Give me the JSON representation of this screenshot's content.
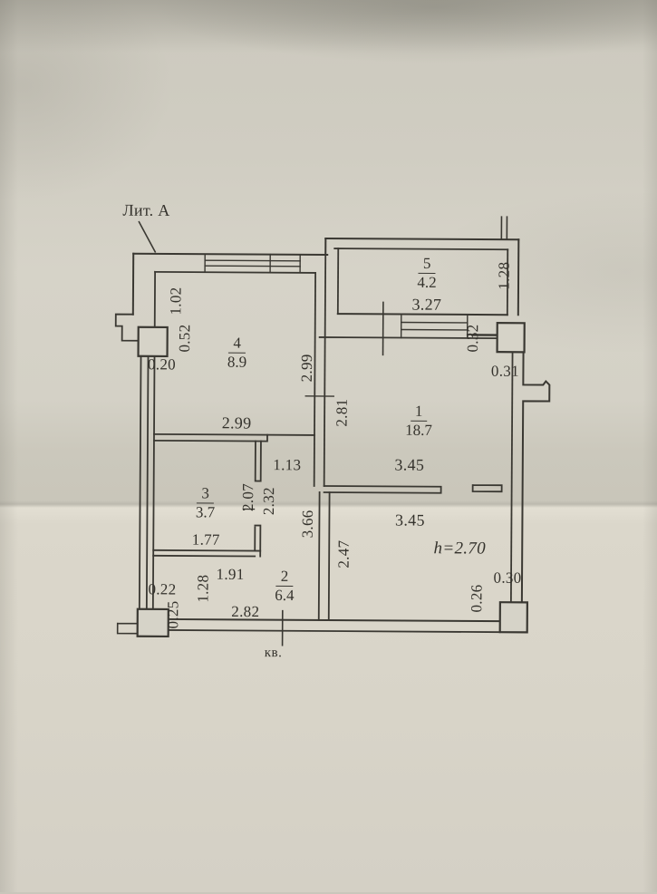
{
  "document": {
    "building_label": "Лит. А",
    "apartment_label": "кв.",
    "ceiling_height_note": "h=2.70"
  },
  "rooms": [
    {
      "number": "1",
      "area": "18.7"
    },
    {
      "number": "2",
      "area": "6.4"
    },
    {
      "number": "3",
      "area": "3.7"
    },
    {
      "number": "4",
      "area": "8.9"
    },
    {
      "number": "5",
      "area": "4.2"
    }
  ],
  "dims": {
    "room4_left_upper": "1.02",
    "room4_left_lower": "0.52",
    "left_column_width": "0.20",
    "room4_width": "2.99",
    "room4_right_height": "2.99",
    "room1_left_height": "2.81",
    "balcony_width": "3.27",
    "balcony_depth": "1.28",
    "wall_gap_top": "0.32",
    "right_ledge_top": "0.31",
    "room1_width": "3.45",
    "hall_width": "1.13",
    "room3_inner_height": "2.07",
    "hall_inner_height": "2.32",
    "hall_right_height": "3.66",
    "room3_width": "1.77",
    "lower_width": "3.45",
    "lower_right_height": "2.47",
    "room2_top_segment": "1.91",
    "room2_left_height": "1.28",
    "room2_width": "2.82",
    "bottom_left_column_top": "0.22",
    "bottom_left_column_side": "0.25",
    "right_ledge_bottom": "0.30",
    "bottom_right_column_side": "0.26"
  }
}
